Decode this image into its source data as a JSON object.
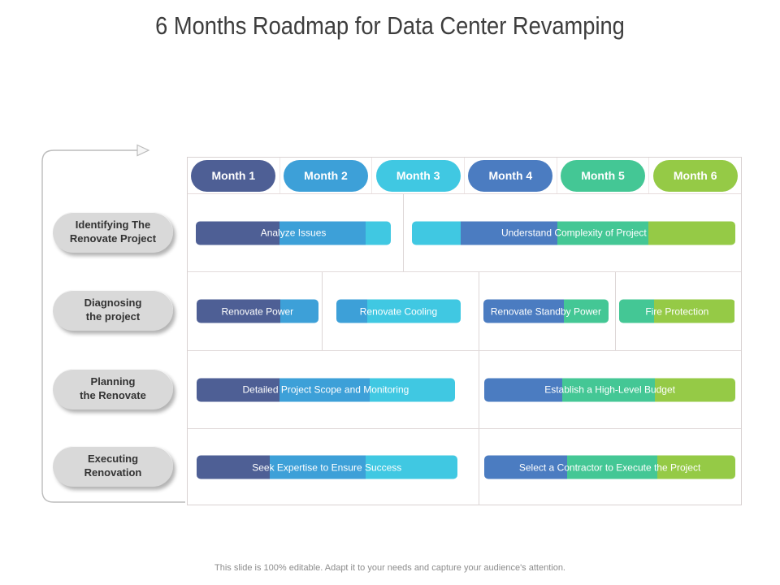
{
  "slide": {
    "title": "6 Months Roadmap for Data Center Revamping",
    "footer": "This slide is 100% editable. Adapt it to your needs and capture your audience's attention."
  },
  "palette": {
    "indigo": "#4e5f95",
    "blue": "#3da0d8",
    "cyan": "#40c8e2",
    "medium_blue": "#4b7cc1",
    "teal": "#44c795",
    "lime": "#95ca46",
    "phase_pill_gray": "#d9d9d9",
    "bracket_gray": "#bcbcbc"
  },
  "months": [
    {
      "label": "Month 1",
      "color": "indigo"
    },
    {
      "label": "Month 2",
      "color": "blue"
    },
    {
      "label": "Month 3",
      "color": "cyan"
    },
    {
      "label": "Month 4",
      "color": "medium_blue"
    },
    {
      "label": "Month 5",
      "color": "teal"
    },
    {
      "label": "Month 6",
      "color": "lime"
    }
  ],
  "rows": [
    {
      "phase": {
        "line1": "Identifying The",
        "line2": "Renovate Project"
      },
      "dividers_pct": [
        38.9
      ],
      "bars": [
        {
          "label": "Analyze Issues",
          "left_pct": 1.5,
          "width_pct": 35.2,
          "segments": [
            {
              "color": "indigo",
              "pct": 43
            },
            {
              "color": "blue",
              "pct": 44
            },
            {
              "color": "cyan",
              "pct": 13
            }
          ]
        },
        {
          "label": "Understand Complexity of Project",
          "left_pct": 40.6,
          "width_pct": 58.4,
          "segments": [
            {
              "color": "cyan",
              "pct": 15
            },
            {
              "color": "medium_blue",
              "pct": 30
            },
            {
              "color": "teal",
              "pct": 28
            },
            {
              "color": "lime",
              "pct": 27
            }
          ]
        }
      ]
    },
    {
      "phase": {
        "line1": "Diagnosing",
        "line2": "the project"
      },
      "dividers_pct": [
        24.2,
        52.6,
        77.2
      ],
      "bars": [
        {
          "label": "Renovate Power",
          "left_pct": 1.6,
          "width_pct": 22.0,
          "segments": [
            {
              "color": "indigo",
              "pct": 69
            },
            {
              "color": "blue",
              "pct": 31
            }
          ]
        },
        {
          "label": "Renovate Cooling",
          "left_pct": 26.9,
          "width_pct": 22.4,
          "segments": [
            {
              "color": "blue",
              "pct": 25
            },
            {
              "color": "cyan",
              "pct": 75
            }
          ]
        },
        {
          "label": "Renovate Standby Power",
          "left_pct": 53.4,
          "width_pct": 22.7,
          "segments": [
            {
              "color": "medium_blue",
              "pct": 64
            },
            {
              "color": "teal",
              "pct": 36
            }
          ]
        },
        {
          "label": "Fire Protection",
          "left_pct": 78.0,
          "width_pct": 20.9,
          "segments": [
            {
              "color": "teal",
              "pct": 30
            },
            {
              "color": "lime",
              "pct": 70
            }
          ]
        }
      ]
    },
    {
      "phase": {
        "line1": "Planning",
        "line2": "the Renovate"
      },
      "dividers_pct": [
        52.6
      ],
      "bars": [
        {
          "label": "Detailed Project Scope and Monitoring",
          "left_pct": 1.6,
          "width_pct": 46.7,
          "segments": [
            {
              "color": "indigo",
              "pct": 32
            },
            {
              "color": "blue",
              "pct": 35
            },
            {
              "color": "cyan",
              "pct": 33
            }
          ]
        },
        {
          "label": "Establish a High-Level Budget",
          "left_pct": 53.6,
          "width_pct": 45.4,
          "segments": [
            {
              "color": "medium_blue",
              "pct": 31
            },
            {
              "color": "teal",
              "pct": 37
            },
            {
              "color": "lime",
              "pct": 32
            }
          ]
        }
      ]
    },
    {
      "phase": {
        "line1": "Executing",
        "line2": "Renovation"
      },
      "dividers_pct": [
        52.6
      ],
      "bars": [
        {
          "label": "Seek Expertise to Ensure Success",
          "left_pct": 1.6,
          "width_pct": 47.1,
          "segments": [
            {
              "color": "indigo",
              "pct": 28
            },
            {
              "color": "blue",
              "pct": 37
            },
            {
              "color": "cyan",
              "pct": 35
            }
          ]
        },
        {
          "label": "Select  a Contractor to Execute the Project",
          "left_pct": 53.6,
          "width_pct": 45.4,
          "segments": [
            {
              "color": "medium_blue",
              "pct": 33
            },
            {
              "color": "teal",
              "pct": 36
            },
            {
              "color": "lime",
              "pct": 31
            }
          ]
        }
      ]
    }
  ]
}
